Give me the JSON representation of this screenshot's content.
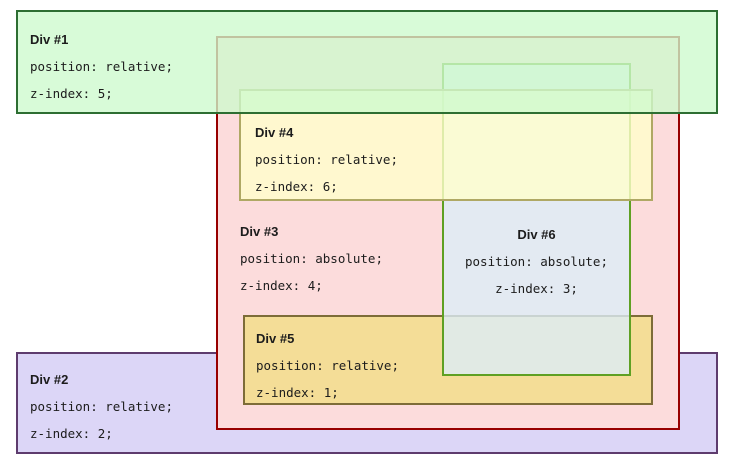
{
  "page": {
    "background": "#ffffff",
    "description": "CSS stacking context demo with six overlapping divs"
  },
  "boxes": {
    "div1": {
      "title": "Div #1",
      "line1": "position: relative;",
      "line2": "z-index: 5;",
      "bg": "rgba(205, 250, 205, 0.78)",
      "border": "#2d6e32"
    },
    "div2": {
      "title": "Div #2",
      "line1": "position: relative;",
      "line2": "z-index: 2;",
      "bg": "#dcd6f7",
      "border": "#5e3c6e"
    },
    "div3": {
      "title": "Div #3",
      "line1": "position: absolute;",
      "line2": "z-index: 4;",
      "bg": "#fcdcdc",
      "border": "#980000"
    },
    "div4": {
      "title": "Div #4",
      "line1": "position: relative;",
      "line2": "z-index: 6;",
      "bg": "rgba(255, 255, 204, 0.8)",
      "border": "#afa864"
    },
    "div5": {
      "title": "Div #5",
      "line1": "position: relative;",
      "line2": "z-index: 1;",
      "bg": "#f4dd97",
      "border": "#7d6c38"
    },
    "div6": {
      "title": "Div #6",
      "line1": "position: absolute;",
      "line2": "z-index: 3;",
      "bg": "rgba(220, 238, 248, 0.8)",
      "border": "#5fa023"
    }
  }
}
